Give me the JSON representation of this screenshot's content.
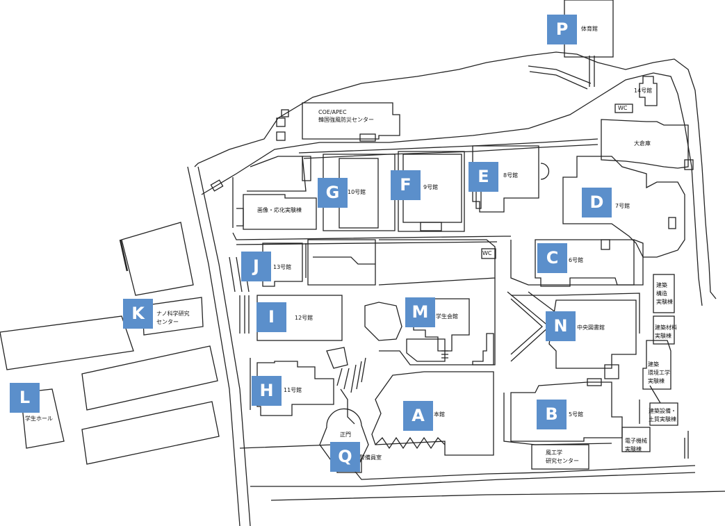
{
  "markers": {
    "A": "A",
    "B": "B",
    "C": "C",
    "D": "D",
    "E": "E",
    "F": "F",
    "G": "G",
    "H": "H",
    "I": "I",
    "J": "J",
    "K": "K",
    "L": "L",
    "M": "M",
    "N": "N",
    "P": "P",
    "Q": "Q"
  },
  "buildings": {
    "gym": "体育館",
    "b14": "14号館",
    "wc_north": "WC",
    "coe_1": "COE/APEC",
    "coe_2": "韓国強風防災センター",
    "warehouse": "大倉庫",
    "b10": "10号館",
    "b9": "9号館",
    "b8": "8号館",
    "imaging_lab": "画像・応化実験棟",
    "b7": "7号館",
    "b13": "13号館",
    "wc_center": "WC",
    "b6": "6号館",
    "b12": "12号館",
    "student_hall": "学生会館",
    "library": "中央図書館",
    "arch_struct_1": "建築",
    "arch_struct_2": "構造",
    "arch_struct_3": "実験棟",
    "arch_mat_1": "建築材料",
    "arch_mat_2": "実験棟",
    "nano_1": "ナノ科学研究",
    "nano_2": "センター",
    "arch_env_1": "建築",
    "arch_env_2": "環境工学",
    "arch_env_3": "実験棟",
    "b11": "11号館",
    "arch_equip_1": "建築設備・",
    "arch_equip_2": "土質実験棟",
    "student_home": "学生ホール",
    "main_bldg": "本館",
    "b5": "5号館",
    "main_gate": "正門",
    "guard_room": "警備員室",
    "electronics_1": "電子機械",
    "electronics_2": "実験棟",
    "wind_eng_1": "風工学",
    "wind_eng_2": "研究センター"
  },
  "colors": {
    "marker_bg": "#5b8fcb",
    "marker_text": "#ffffff",
    "line": "#222222"
  }
}
